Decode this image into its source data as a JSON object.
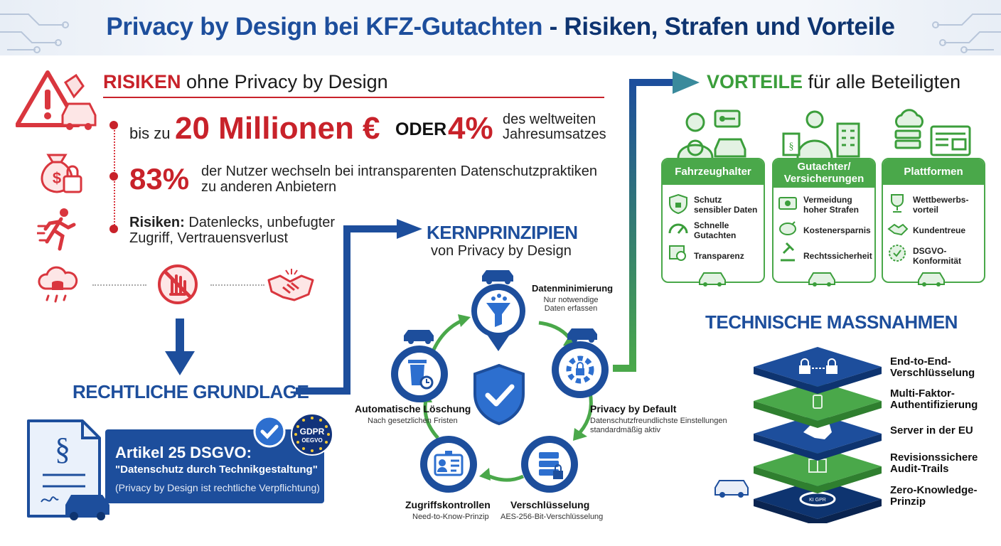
{
  "title": {
    "part1": "Privacy by Design bei KFZ-Gutachten",
    "part2": " - Risiken, Strafen und Vorteile"
  },
  "risks": {
    "heading_strong": "RISIKEN",
    "heading_rest": " ohne Privacy by Design",
    "fine_prefix": "bis zu",
    "fine_amount": "20 Millionen €",
    "fine_or": "ODER",
    "fine_percent": "4%",
    "fine_suffix_1": "des weltweiten",
    "fine_suffix_2": "Jahresumsatzes",
    "users_percent": "83%",
    "users_text_1": "der Nutzer wechseln bei intransparenten Datenschutzpraktiken",
    "users_text_2": "zu anderen Anbietern",
    "risks_label": "Risiken:",
    "risks_text_1": " Datenlecks, unbefugter",
    "risks_text_2": "Zugriff, Vertrauensverlust"
  },
  "legal": {
    "heading": "RECHTLICHE GRUNDLAGE",
    "article": "Artikel 25 DSGVO:",
    "quote": "\"Datenschutz durch Technikgestaltung\"",
    "note": "(Privacy by Design ist rechtliche Verpflichtung)",
    "seal_1": "GDPR",
    "seal_2": "OEGVO"
  },
  "principles": {
    "heading": "KERNPRINZIPIEN",
    "subheading": "von Privacy by Design",
    "items": [
      {
        "title": "Datenminimierung",
        "desc_1": "Nur notwendige",
        "desc_2": "Daten erfassen"
      },
      {
        "title": "Privacy by Default",
        "desc_1": "Datenschutzfreundlichste Einstellungen",
        "desc_2": "standardmäßig aktiv"
      },
      {
        "title": "Verschlüsselung",
        "desc_1": "AES-256-Bit-Verschlüsselung",
        "desc_2": ""
      },
      {
        "title": "Zugriffskontrollen",
        "desc_1": "Need-to-Know-Prinzip",
        "desc_2": ""
      },
      {
        "title": "Automatische Löschung",
        "desc_1": "Nach gesetzlichen Fristen",
        "desc_2": ""
      }
    ]
  },
  "benefits": {
    "heading_strong": "VORTEILE",
    "heading_rest": " für alle Beteiligten",
    "cards": [
      {
        "title": "Fahrzeughalter",
        "items": [
          [
            "Schutz",
            "sensibler Daten"
          ],
          [
            "Schnelle",
            "Gutachten"
          ],
          [
            "Transparenz",
            ""
          ]
        ]
      },
      {
        "title_1": "Gutachter/",
        "title_2": "Versicherungen",
        "items": [
          [
            "Vermeidung",
            "hoher Strafen"
          ],
          [
            "Kostenersparnis",
            ""
          ],
          [
            "Rechtssicherheit",
            ""
          ]
        ]
      },
      {
        "title": "Plattformen",
        "items": [
          [
            "Wettbewerbs-",
            "vorteil"
          ],
          [
            "Kundentreue",
            ""
          ],
          [
            "DSGVO-",
            "Konformität"
          ]
        ]
      }
    ]
  },
  "technical": {
    "heading": "TECHNISCHE MASSNAHMEN",
    "layers": [
      [
        "End-to-End-",
        "Verschlüsselung"
      ],
      [
        "Multi-Faktor-",
        "Authentifizierung"
      ],
      [
        "Server in der EU",
        ""
      ],
      [
        "Revisionssichere",
        "Audit-Trails"
      ],
      [
        "Zero-Knowledge-",
        "Prinzip"
      ]
    ],
    "layer_logo": "KI GPR"
  },
  "colors": {
    "red": "#c8222a",
    "blue": "#1d4e9c",
    "navy": "#0e3470",
    "green": "#4aa84a"
  }
}
